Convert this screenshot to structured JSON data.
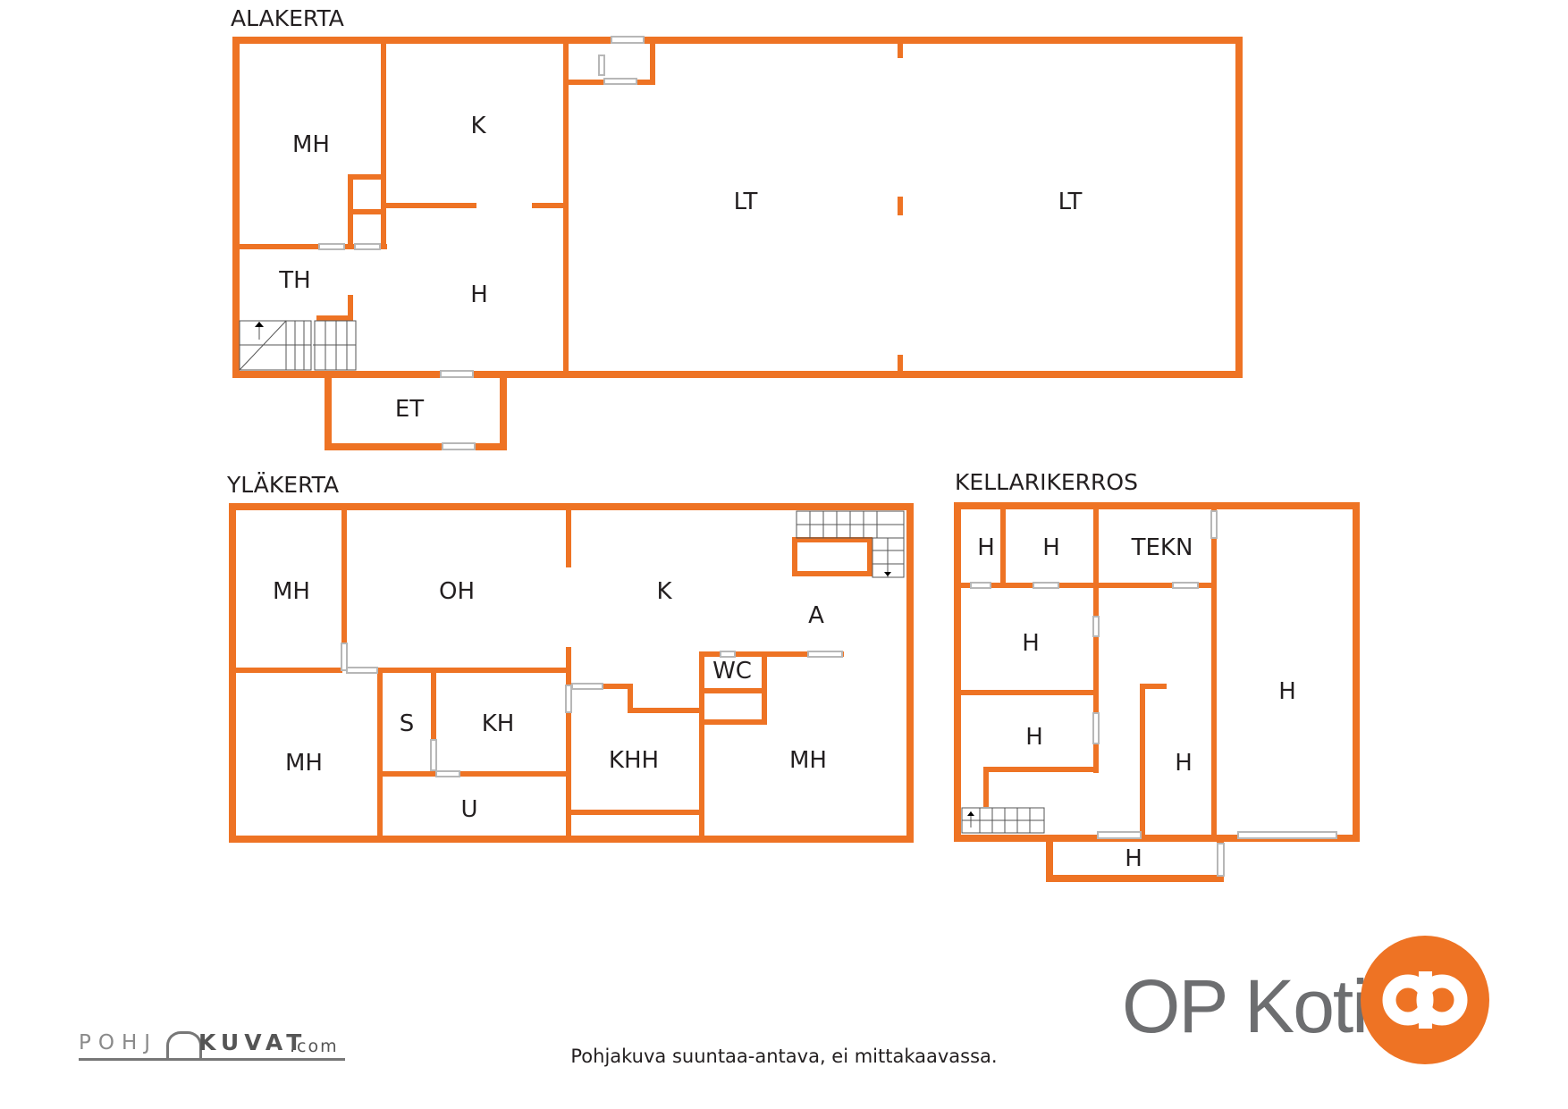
{
  "floors": [
    {
      "title": "ALAKERTA",
      "rooms": [
        "MH",
        "K",
        "LT",
        "LT",
        "TH",
        "H",
        "ET"
      ]
    },
    {
      "title": "YLÄKERTA",
      "rooms": [
        "MH",
        "OH",
        "K",
        "A",
        "WC",
        "MH",
        "S",
        "KH",
        "KHH",
        "MH",
        "U"
      ]
    },
    {
      "title": "KELLARIKERROS",
      "rooms": [
        "H",
        "H",
        "TEKN",
        "H",
        "H",
        "H",
        "H",
        "H"
      ]
    }
  ],
  "footer": {
    "disclaimer": "Pohjakuva suuntaa-antava, ei mittakaavassa.",
    "brand": "OP Koti",
    "watermark_left": "POHJ",
    "watermark_right": "KUVAT",
    "watermark_suffix": ".com"
  },
  "colors": {
    "wall": "#ee7324",
    "text": "#231f20",
    "brand_gray": "#6d6e70"
  }
}
